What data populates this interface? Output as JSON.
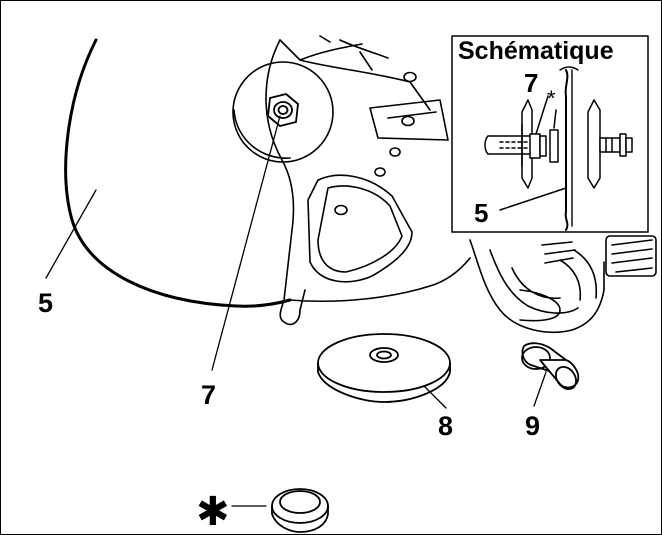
{
  "inset": {
    "title": "Schématique",
    "label_7": "7",
    "label_star": "*",
    "label_5": "5"
  },
  "callouts": {
    "blade": "5",
    "nut": "7",
    "flange_washer": "8",
    "bolt": "9",
    "bushing": "✱"
  },
  "colors": {
    "line": "#000000",
    "background": "#ffffff"
  }
}
